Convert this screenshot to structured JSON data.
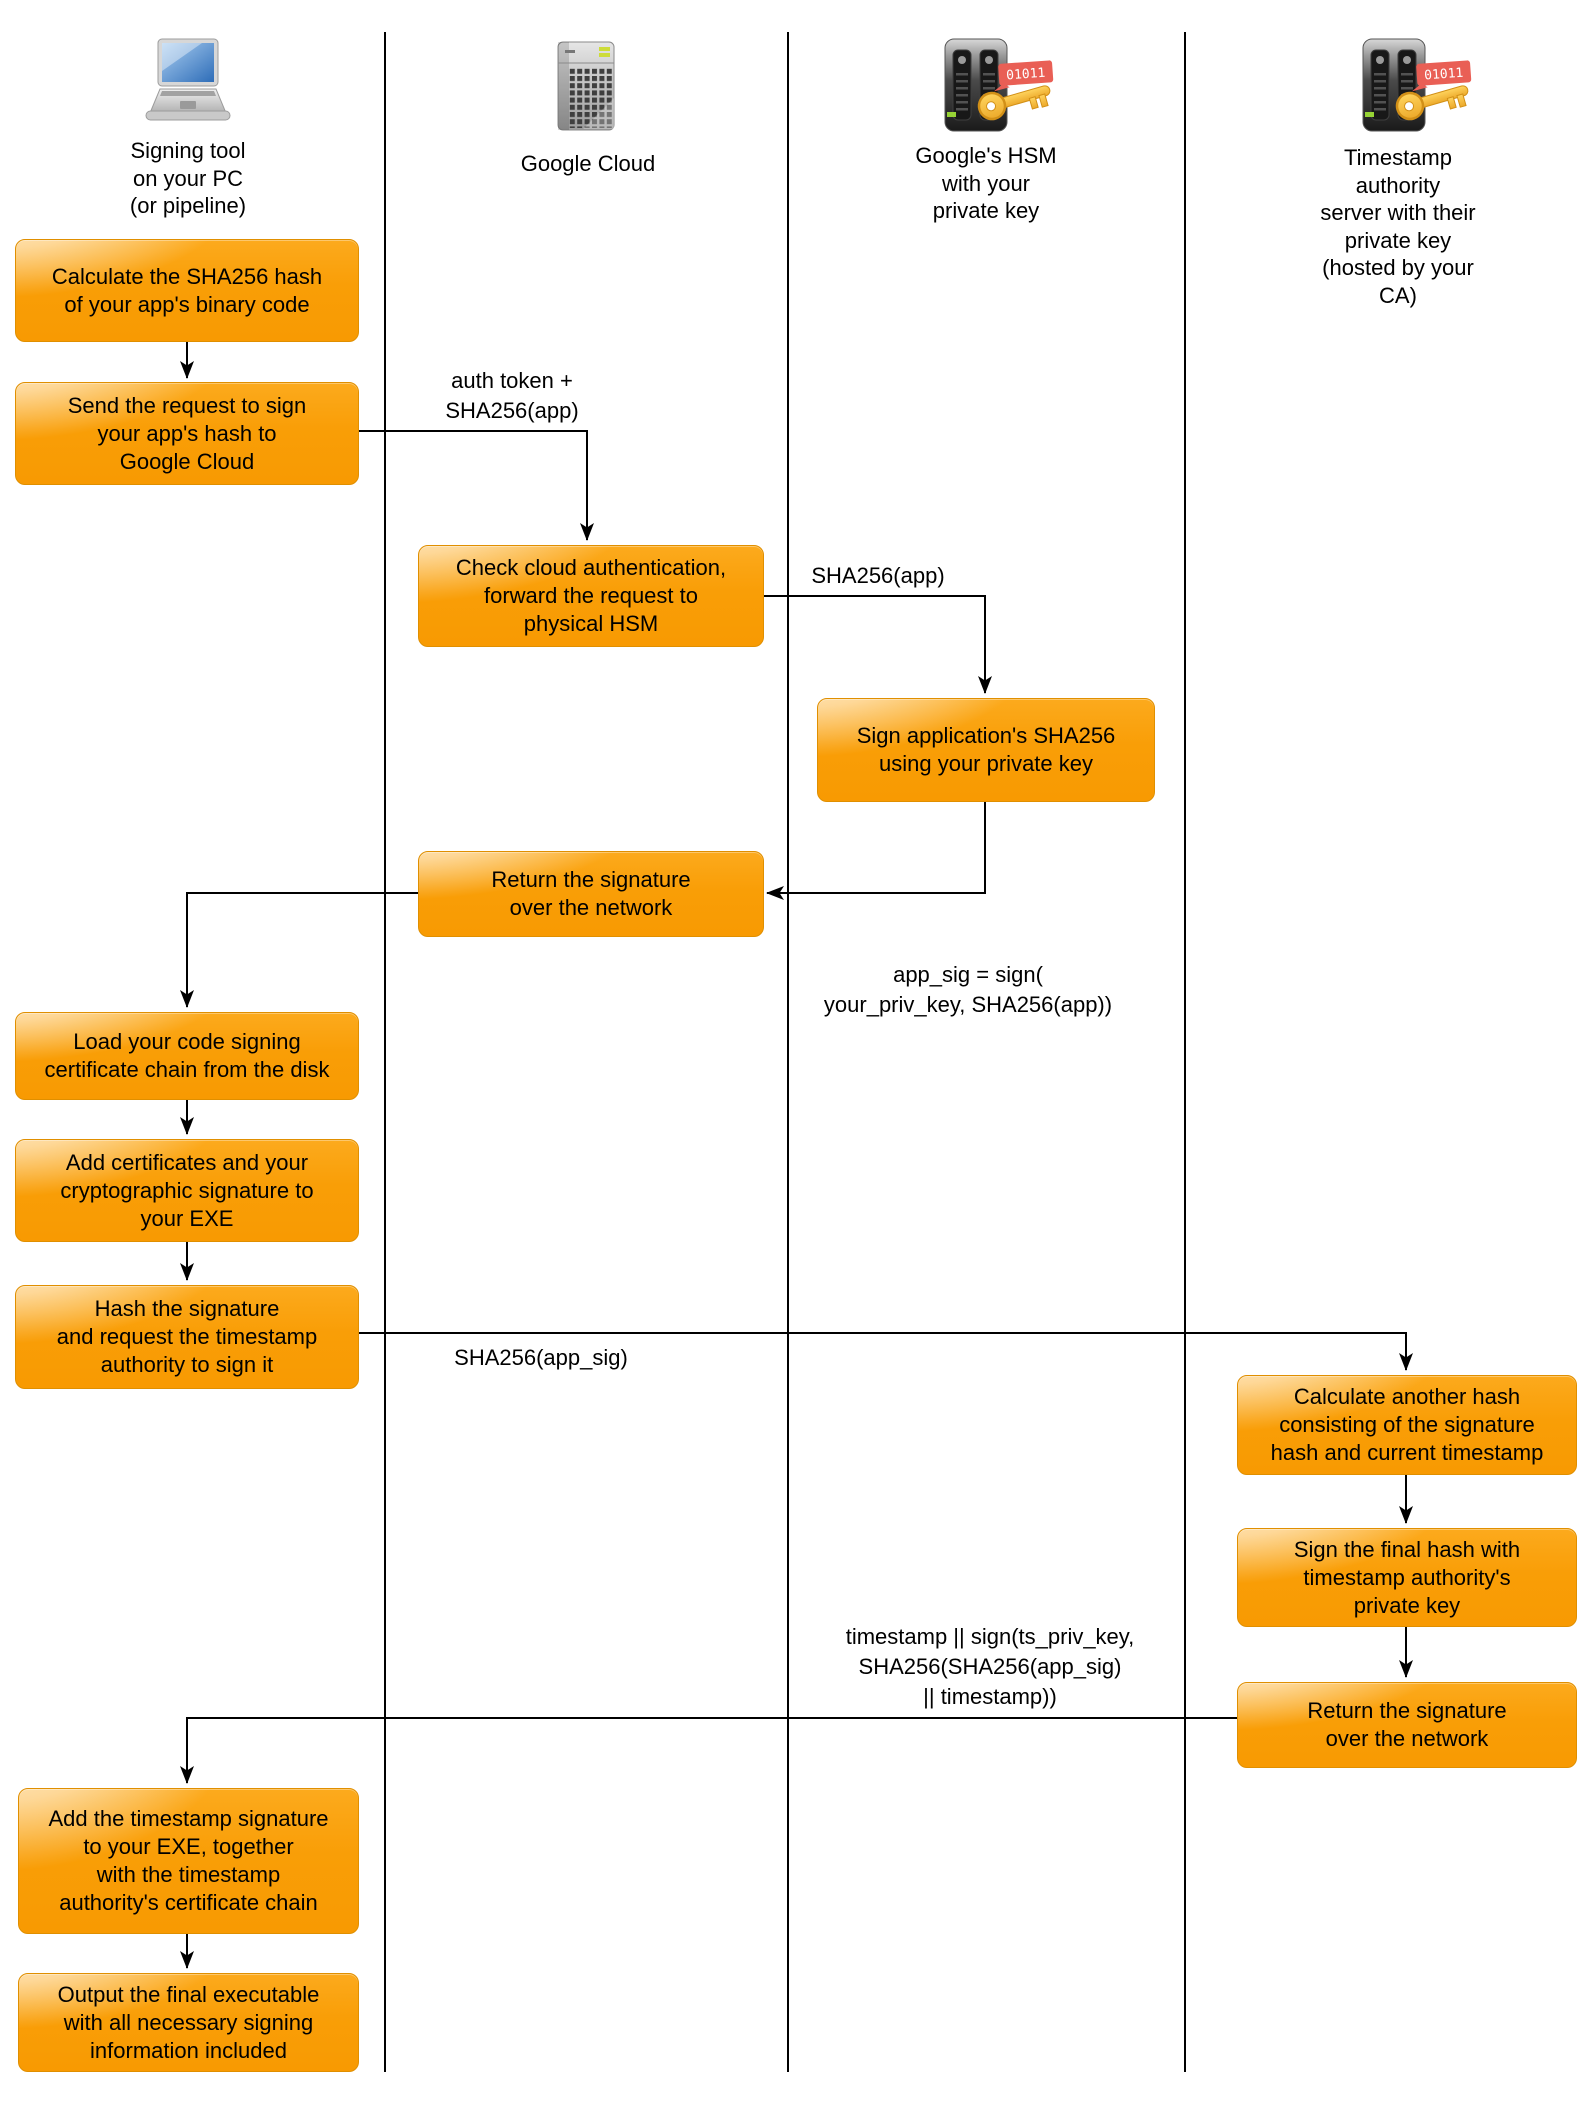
{
  "columns": [
    {
      "id": "pc",
      "label": "Signing tool\non your PC\n(or pipeline)",
      "icon": "laptop-icon"
    },
    {
      "id": "gcloud",
      "label": "Google Cloud",
      "icon": "server-tower-icon"
    },
    {
      "id": "hsm",
      "label": "Google's HSM\nwith your\nprivate key",
      "icon": "hsm-server-key-icon",
      "key_tag": "01011"
    },
    {
      "id": "tsa",
      "label": "Timestamp authority\nserver with their\nprivate key\n(hosted by your CA)",
      "icon": "hsm-server-key-icon",
      "key_tag": "01011"
    }
  ],
  "nodes": {
    "calc_hash": "Calculate the SHA256 hash\nof your app's binary code",
    "send_request": "Send the request to sign\nyour app's hash to\nGoogle Cloud",
    "check_auth": "Check cloud authentication,\nforward the request to\nphysical HSM",
    "sign_app": "Sign application's SHA256\nusing your private key",
    "return_sig_cloud": "Return the signature\nover the network",
    "load_chain": "Load your code signing\ncertificate chain from the disk",
    "add_certs": "Add certificates and your\ncryptographic signature to\nyour EXE",
    "hash_sig": "Hash the signature\nand request the timestamp\nauthority to sign it",
    "calc_ts_hash": "Calculate another hash\nconsisting of the signature\nhash and current timestamp",
    "sign_final": "Sign the final hash with\ntimestamp authority's\nprivate key",
    "return_sig_tsa": "Return the signature\nover the network",
    "add_ts_sig": "Add the timestamp signature\nto your EXE, together\nwith the timestamp\nauthority's certificate chain",
    "output_exe": "Output the final executable\nwith all necessary signing\ninformation included"
  },
  "edge_labels": {
    "auth_token": "auth token +\nSHA256(app)",
    "sha_app": "SHA256(app)",
    "app_sig": "app_sig = sign(\nyour_priv_key, SHA256(app))",
    "sha_app_sig": "SHA256(app_sig)",
    "ts_sign": "timestamp || sign(ts_priv_key,\nSHA256(SHA256(app_sig)\n|| timestamp))"
  },
  "colors": {
    "node_fill": "#F99B05",
    "node_highlight": "#FFD596",
    "node_border": "#E08F00",
    "line": "#000000",
    "key_gold": "#F5B82E",
    "key_tag_bg": "#E95F55",
    "led_green": "#97D335",
    "screen_blue": "#3A78C2"
  }
}
